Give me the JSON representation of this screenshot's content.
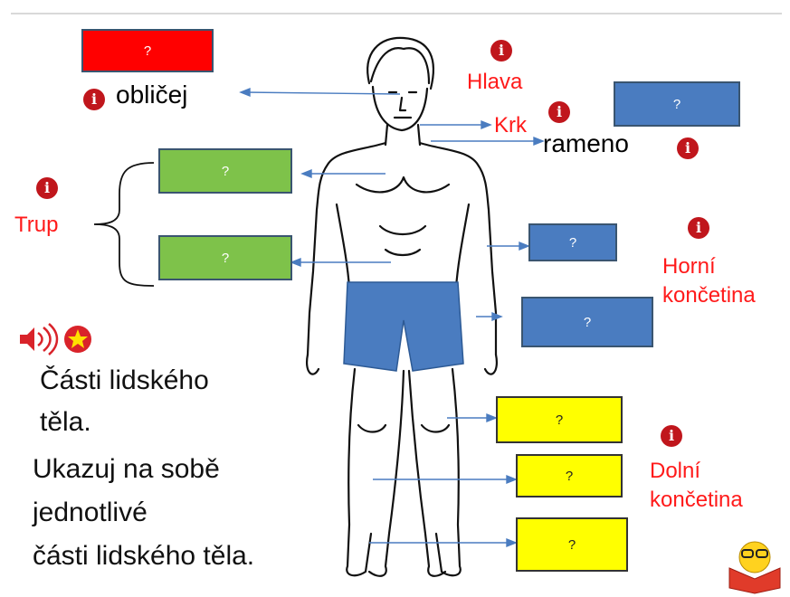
{
  "slide": {
    "box_placeholder": "?",
    "labels": {
      "oblicej": "obličej",
      "hlava": "Hlava",
      "krk": "Krk",
      "rameno": "rameno",
      "trup": "Trup",
      "horni_1": "Horní",
      "horni_2": "končetina",
      "dolni_1": "Dolní",
      "dolni_2": "končetina"
    },
    "caption": {
      "line1": "Části lidského",
      "line2": "těla.",
      "line3": "Ukazuj na sobě",
      "line4": "jednotlivé",
      "line5": "části lidského těla."
    },
    "info_glyph": "i",
    "colors": {
      "red_box": "#ff0000",
      "green_box": "#7ec24a",
      "blue_box": "#4a7cc0",
      "yellow_box": "#ffff00",
      "label_red": "#ff1a1a",
      "info_icon": "#c0161c",
      "arrow": "#4a7cc0"
    },
    "icons": [
      "info-icon",
      "speaker-icon",
      "star-badge-icon",
      "reader-emoji-icon"
    ]
  }
}
